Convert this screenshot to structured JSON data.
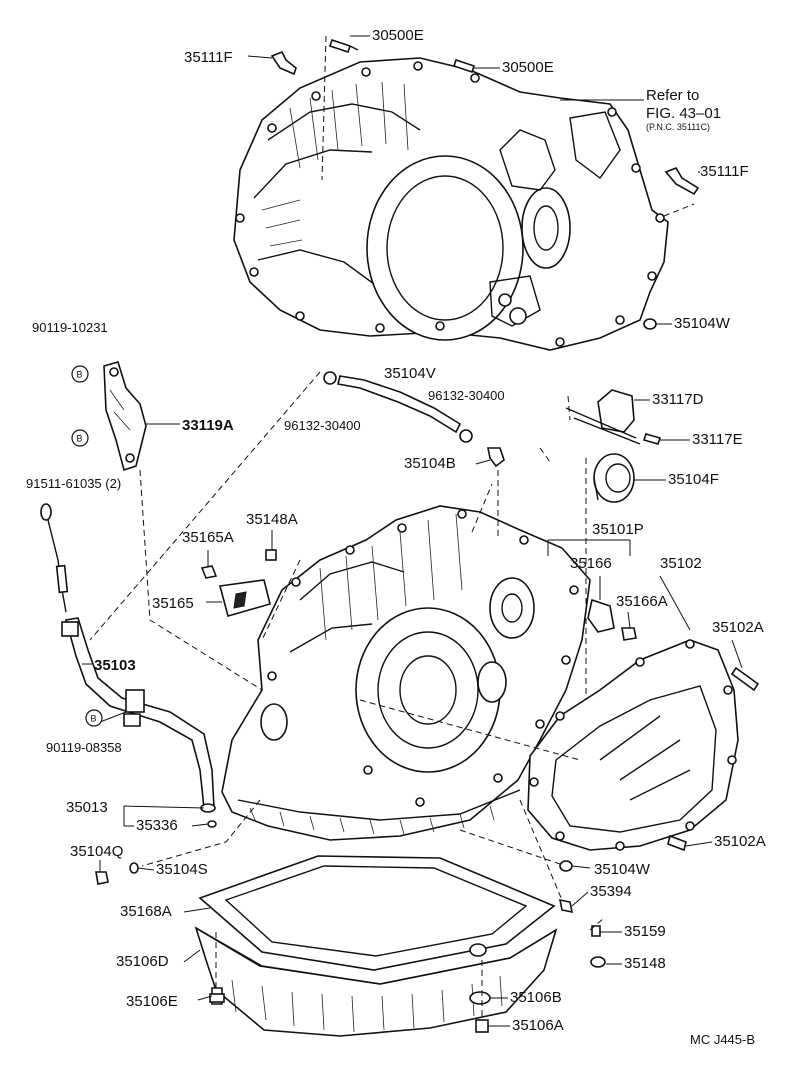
{
  "parts": {
    "p30500E_top": "30500E",
    "p30500E_right": "30500E",
    "p35111F_left": "35111F",
    "p35111F_right": "35111F",
    "refer_line1": "Refer to",
    "refer_line2": "FIG. 43–01",
    "refer_line3": "(P.N.C. 35111C)",
    "p35104W_top": "35104W",
    "p90119_10231": "90119-10231",
    "p33119A": "33119A",
    "p91511_61035": "91511-61035 (2)",
    "p35104V": "35104V",
    "p96132_30400_right": "96132-30400",
    "p96132_30400_left": "96132-30400",
    "p33117D": "33117D",
    "p33117E": "33117E",
    "p35104B": "35104B",
    "p35104F": "35104F",
    "p35148A": "35148A",
    "p35165A": "35165A",
    "p35165": "35165",
    "p35101P": "35101P",
    "p35166": "35166",
    "p35102": "35102",
    "p35166A": "35166A",
    "p35102A_top": "35102A",
    "p35103": "35103",
    "p90119_08358": "90119-08358",
    "p35013": "35013",
    "p35336": "35336",
    "p35104Q": "35104Q",
    "p35104S": "35104S",
    "p35102A_bottom": "35102A",
    "p35104W_bottom": "35104W",
    "p35394": "35394",
    "p35168A": "35168A",
    "p35159": "35159",
    "p35106D": "35106D",
    "p35148": "35148",
    "p35106E": "35106E",
    "p35106B": "35106B",
    "p35106A": "35106A",
    "badge_b1": "B",
    "badge_b2": "B",
    "badge_b3": "B",
    "figure_code": "MC J445-B"
  }
}
